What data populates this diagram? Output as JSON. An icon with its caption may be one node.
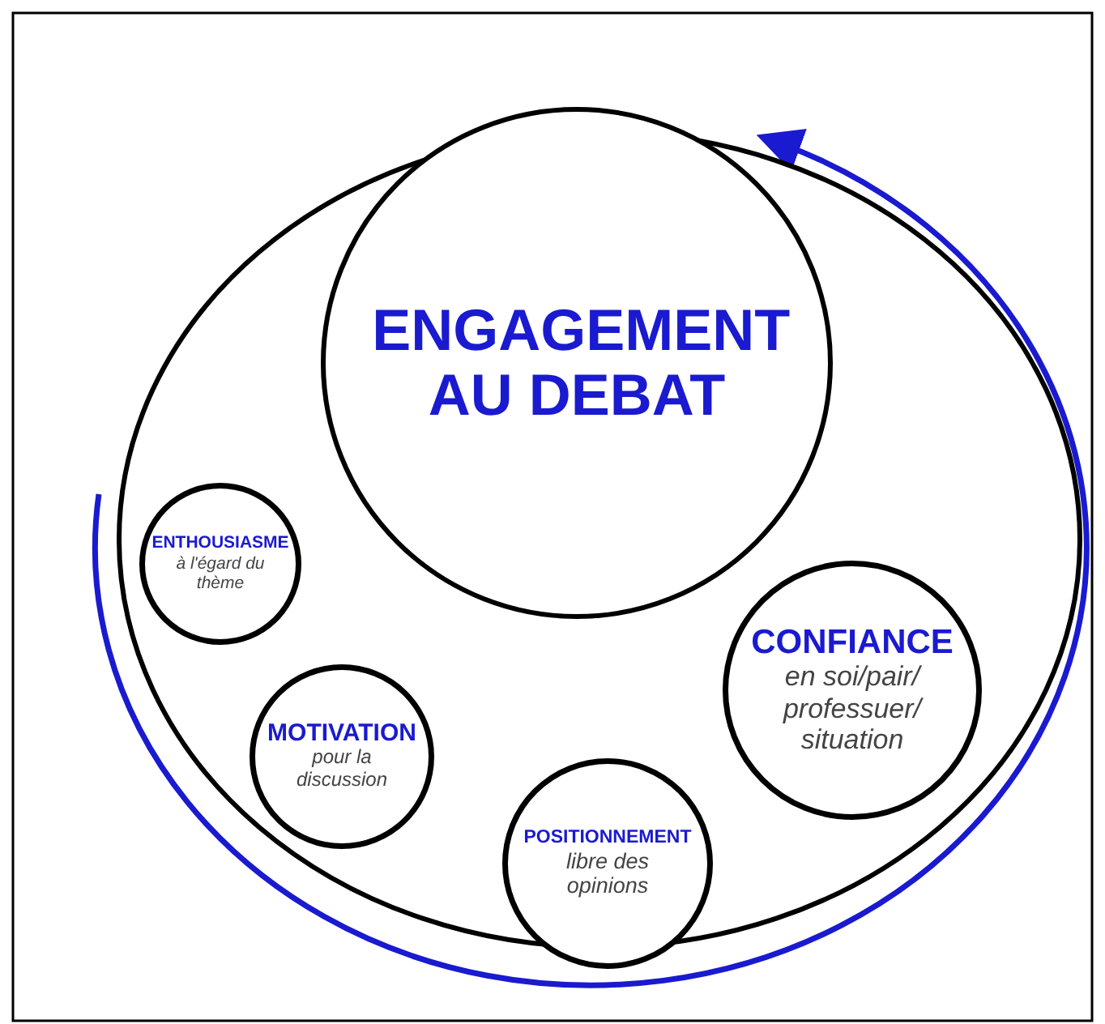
{
  "diagram": {
    "nodes": [
      {
        "text": [],
        "shape": "circle"
      },
      {
        "text": [
          "ENGAGEMENT AU DEBAT"
        ],
        "in": 0
      },
      {
        "text": [
          "ENTHOUSIASME",
          "à l'égard du thème"
        ],
        "in": 0
      },
      {
        "text": [
          "CONFIANCE",
          "en soi/pair/ professuer/ situation"
        ],
        "in": 0
      },
      {
        "text": [
          "MOTIVATION",
          "pour la discussion"
        ],
        "in": 0
      },
      {
        "text": [
          "POSITIONNEMENT",
          "libre des opinions"
        ],
        "in": 0
      }
    ]
  }
}
